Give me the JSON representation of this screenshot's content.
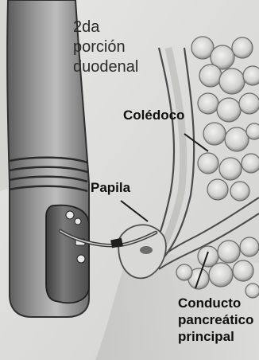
{
  "illustration": {
    "labels": {
      "duodeno": [
        "2da",
        "porción",
        "duodenal"
      ],
      "coledoco": "Colédoco",
      "papila": "Papila",
      "pancreatico": [
        "Conducto",
        "pancreático",
        "principal"
      ]
    }
  }
}
